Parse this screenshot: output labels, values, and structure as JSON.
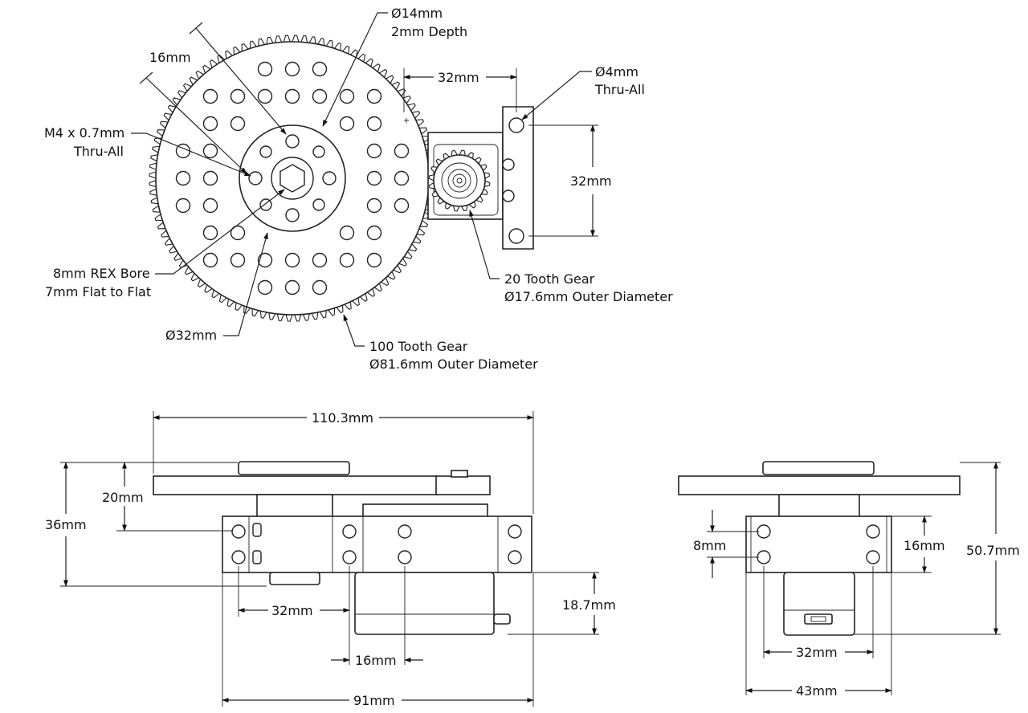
{
  "top_view": {
    "pinion_dia": "Ø14mm",
    "pinion_depth": "2mm Depth",
    "hub_spacing": "16mm",
    "tap_size": "M4 x 0.7mm",
    "tap_depth": "Thru-All",
    "bore_type": "8mm REX Bore",
    "bore_flat": "7mm Flat to Flat",
    "hub_dia": "Ø32mm",
    "big_gear_name": "100 Tooth Gear",
    "big_gear_od": "Ø81.6mm Outer Diameter",
    "small_gear_name": "20 Tooth Gear",
    "small_gear_od": "Ø17.6mm Outer Diameter",
    "bracket_dim_horizontal": "32mm",
    "bracket_dim_vertical": "32mm",
    "bracket_hole_dia": "Ø4mm",
    "bracket_hole_depth": "Thru-All"
  },
  "side_view": {
    "overall_width": "110.3mm",
    "gear_height": "20mm",
    "total_height": "36mm",
    "hole_spacing": "32mm",
    "servo_depth": "18.7mm",
    "small_spacing": "16mm",
    "base_width": "91mm"
  },
  "end_view": {
    "hole_gap": "8mm",
    "hole_pitch": "16mm",
    "total_height": "50.7mm",
    "hole_spacing": "32mm",
    "base_width": "43mm"
  }
}
